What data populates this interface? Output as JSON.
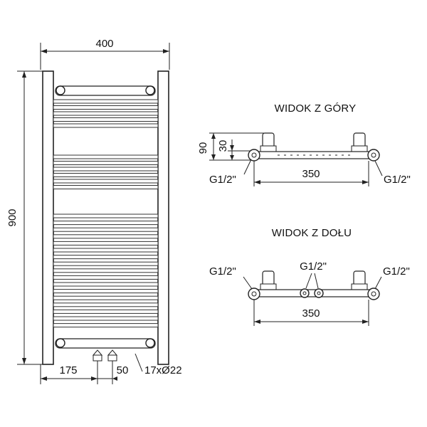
{
  "front_view": {
    "width_label": "400",
    "height_label": "900",
    "offset_left_label": "175",
    "valve_spacing_label": "50",
    "tube_label": "17xØ22"
  },
  "top_view": {
    "title": "WIDOK Z GÓRY",
    "depth_label": "90",
    "mount_label": "30",
    "span_label": "350",
    "connector_left": "G1/2\"",
    "connector_right": "G1/2\""
  },
  "bottom_view": {
    "title": "WIDOK Z DOŁU",
    "span_label": "350",
    "connector_left": "G1/2\"",
    "connector_center": "G1/2\"",
    "connector_right": "G1/2\""
  }
}
